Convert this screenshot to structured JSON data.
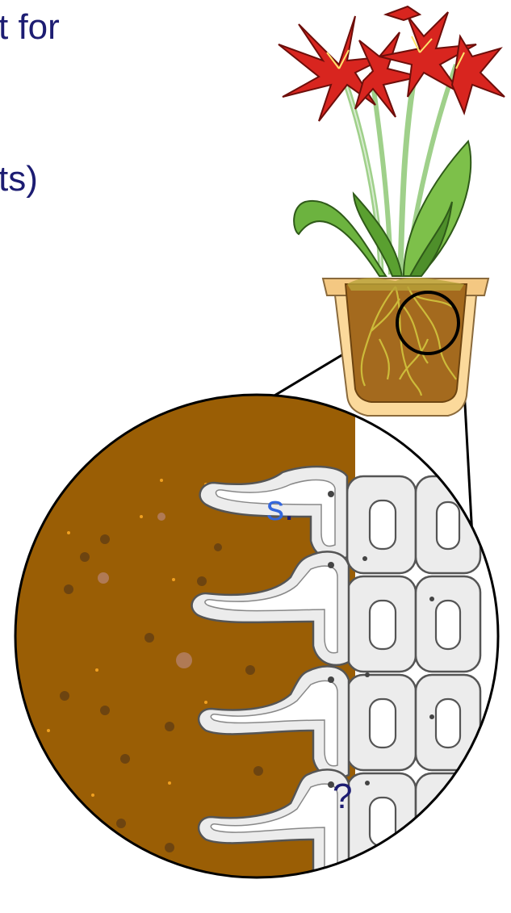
{
  "colors": {
    "text_dark": "#1c1c72",
    "text_accent": "#3366dd",
    "soil": "#9a5e05",
    "soil_dark": "#6d4410",
    "pot_rim": "#f4c882",
    "pot_body": "#fbd99b",
    "leaf": "#6cb33f",
    "leaf_dark": "#3f7b22",
    "flower": "#d8251f",
    "root": "#b8a33a",
    "cell_fill": "#ececec",
    "cell_stroke": "#555555"
  },
  "text_fragments": [
    {
      "id": "frag-1",
      "text": "t for",
      "color": "text_dark"
    },
    {
      "id": "frag-2",
      "text": "ts)",
      "color": "text_dark"
    },
    {
      "id": "frag-3",
      "text": "s",
      "accent": true,
      "suffix": "."
    },
    {
      "id": "frag-4",
      "text": "?",
      "color": "text_dark"
    }
  ],
  "icons": [
    "potted-plant-icon",
    "root-zoom-circle-icon",
    "root-hair-cell-icon"
  ]
}
